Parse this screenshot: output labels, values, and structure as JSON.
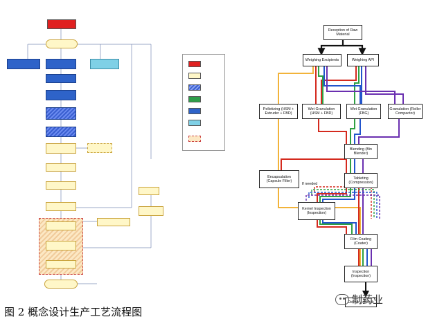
{
  "left_flow": {
    "nodes": [
      "",
      "",
      "",
      "",
      "",
      "",
      "",
      "",
      "",
      "",
      "",
      "",
      "",
      "",
      "",
      "",
      "",
      "",
      "",
      "",
      "",
      ""
    ]
  },
  "legend": {
    "items": [
      "",
      "",
      "",
      "",
      "",
      "",
      "",
      ""
    ]
  },
  "right_flow": {
    "reception": "Reception of Raw Material",
    "weighing_excipients": "Weighing Excipients",
    "weighing_api": "Weighing API",
    "pelletizing": "Pelletizing (HSM + Extruder + FBD)",
    "wet_granulation": "Wet Granulation (HSM + FBD)",
    "wet_granulation_fbg": "Wet Granulation (FBG)",
    "granulation_roller": "Granulation (Roller Compactor)",
    "blending": "Blending (Bin Blender)",
    "encapsulation": "Encapsulation (Capsule Filler)",
    "tableting": "Tableting (Compression)",
    "if_needed": "If needed",
    "kernel_inspection": "Kernel Inspection (Inspection)",
    "film_coating": "Film Coating (Coater)",
    "inspection": "Inspection (Inspection)",
    "delivery": "Delivery of Bulk"
  },
  "caption": "图 2 概念设计生产工艺流程图",
  "watermark": "制药业",
  "colors": {
    "red": "#d42a1e",
    "green": "#2ea043",
    "blue": "#2255cc",
    "purple": "#6a2fb0",
    "orange": "#f2b33a",
    "black": "#111111"
  }
}
